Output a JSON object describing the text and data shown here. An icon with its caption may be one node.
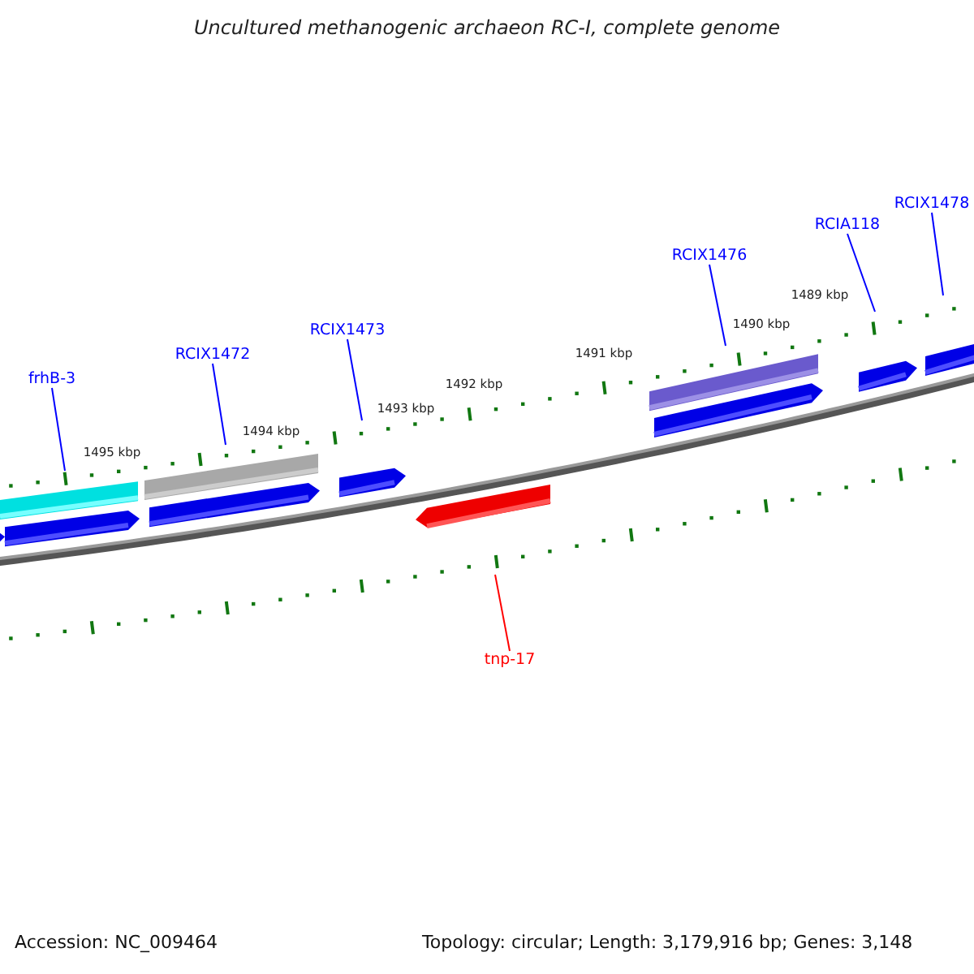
{
  "diagram": {
    "title": "Uncultured methanogenic archaeon RC-I, complete genome",
    "nodes": [
      {
        "text": [
          "frhB-3"
        ]
      },
      {
        "text": [
          "RCIX1472"
        ]
      },
      {
        "text": [
          "RCIX1473"
        ]
      },
      {
        "text": [
          "RCIX1476"
        ]
      },
      {
        "text": [
          "RCIA118"
        ]
      },
      {
        "text": [
          "RCIX1478"
        ]
      },
      {
        "text": [
          "tnp-17"
        ]
      }
    ],
    "edges": [
      {
        "from": 0,
        "to": null,
        "arrow": "none"
      },
      {
        "from": 1,
        "to": null,
        "arrow": "none"
      },
      {
        "from": 2,
        "to": null,
        "arrow": "none"
      },
      {
        "from": 3,
        "to": null,
        "arrow": "none"
      },
      {
        "from": 4,
        "to": null,
        "arrow": "none"
      },
      {
        "from": 5,
        "to": null,
        "arrow": "none"
      },
      {
        "from": 6,
        "to": null,
        "arrow": "none",
        "color": "#ff0000"
      }
    ],
    "labels": [
      "1489 kbp",
      "1490 kbp",
      "1491 kbp",
      "1492 kbp",
      "1493 kbp",
      "1494 kbp",
      "1495 kbp",
      "Accession: NC_009464",
      "Topology: circular; Length: 3,179,916 bp; Genes: 3,148"
    ]
  }
}
